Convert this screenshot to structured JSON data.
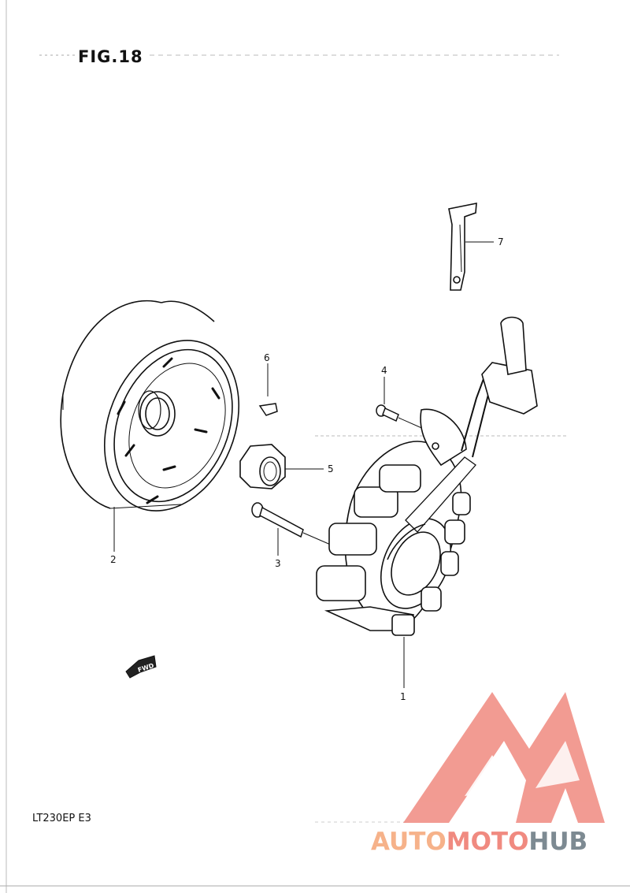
{
  "figure": {
    "title": "FIG.18",
    "model": "LT230EP  E3"
  },
  "callouts": [
    {
      "id": "1",
      "label": "1"
    },
    {
      "id": "2",
      "label": "2"
    },
    {
      "id": "3",
      "label": "3"
    },
    {
      "id": "4",
      "label": "4"
    },
    {
      "id": "5",
      "label": "5"
    },
    {
      "id": "6",
      "label": "6"
    },
    {
      "id": "7",
      "label": "7"
    }
  ],
  "fwd_label": "FWD",
  "watermark": {
    "part1": "AUTO",
    "part2": "MOTO",
    "part3": "HUB",
    "colors": {
      "auto": "#f6b28a",
      "moto": "#f08a80",
      "hub": "#7d8a92",
      "logo": "#f08a80"
    }
  }
}
